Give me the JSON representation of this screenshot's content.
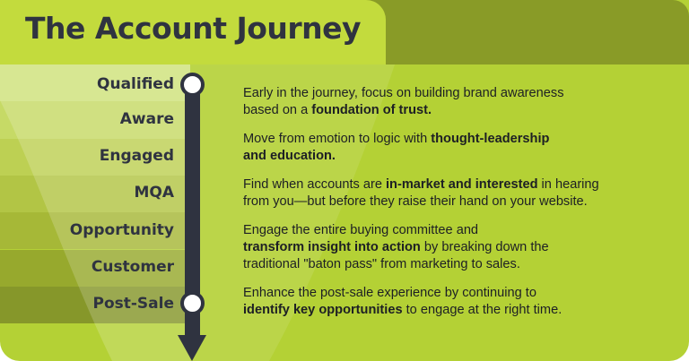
{
  "title": "The Account Journey",
  "colors": {
    "background": "#b4d135",
    "title_tab": "#c3db3d",
    "top_strip": "#899b27",
    "timeline": "#2f3340",
    "node_fill": "#ffffff",
    "text_dark": "#2f3340"
  },
  "stages": [
    {
      "label": "Qualified",
      "band_color": "#c9dd6a"
    },
    {
      "label": "Aware",
      "band_color": "#c4d860"
    },
    {
      "label": "Engaged",
      "band_color": "#bccf4e"
    },
    {
      "label": "MQA",
      "band_color": "#b3c640"
    },
    {
      "label": "Opportunity",
      "band_color": "#a7b935"
    },
    {
      "label": "Customer",
      "band_color": "#98aa2d"
    },
    {
      "label": "Post-Sale",
      "band_color": "#86962a"
    }
  ],
  "timeline": {
    "start_node": "Qualified",
    "end_node": "Post-Sale",
    "arrow_direction": "down"
  },
  "descriptions": [
    {
      "line1_pre": "Early in the journey, focus on building brand awareness",
      "line2_pre": "based on a ",
      "line2_bold": "foundation of trust."
    },
    {
      "line1_pre": "Move from emotion to logic with ",
      "line1_bold": "thought-leadership",
      "line2_bold": "and education."
    },
    {
      "line1_pre": "Find when accounts are ",
      "line1_bold": "in-market and interested",
      "line1_post": " in hearing",
      "line2_pre": "from you—but before they raise their hand on your website."
    },
    {
      "line1_pre": "Engage the entire buying committee and",
      "line2_bold": "transform insight into action",
      "line2_post": " by breaking down the",
      "line3_pre": "traditional \"baton pass\" from marketing to sales."
    },
    {
      "line1_pre": "Enhance the post-sale experience by continuing to",
      "line2_bold": "identify key opportunities",
      "line2_post": " to engage at the right time."
    }
  ]
}
